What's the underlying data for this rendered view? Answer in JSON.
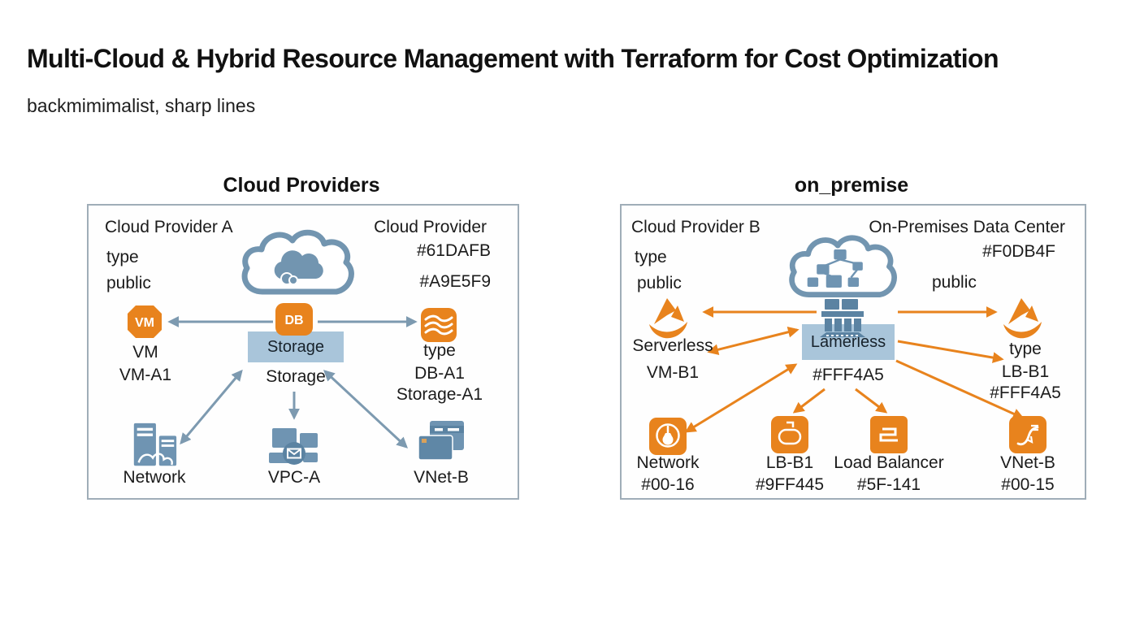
{
  "header": {
    "title": "Multi-Cloud & Hybrid Resource Management with Terraform for Cost Optimization",
    "subtitle": "backmimimalist, sharp lines"
  },
  "palette": {
    "steel_blue": "#7295B0",
    "orange": "#E8831D",
    "node_box_fill": "#A9C5DA",
    "panel_border": "#9FADB8",
    "text": "#1B1B1B"
  },
  "left_panel": {
    "title": "Cloud Providers",
    "provider": {
      "name": "Cloud Provider A",
      "type_label": "type",
      "type_value": "public"
    },
    "provider_right": {
      "name": "Cloud Provider",
      "code1": "#61DAFB",
      "code2": "#A9E5F9"
    },
    "vm_node": {
      "icon_text": "VM",
      "line1": "VM",
      "line2": "VM-A1"
    },
    "storage_node": {
      "icon_text": "DB",
      "box_label": "Storage",
      "caption": "Storage"
    },
    "db_node": {
      "line1": "type",
      "line2": "DB-A1",
      "line3": "Storage-A1"
    },
    "bottom_nodes": [
      {
        "label": "Network"
      },
      {
        "label": "VPC-A"
      },
      {
        "label": "VNet-B"
      }
    ]
  },
  "right_panel": {
    "title": "on_premise",
    "provider": {
      "name": "Cloud Provider B",
      "type_label": "type",
      "type_value": "public"
    },
    "datacenter": {
      "name": "On-Premises Data Center",
      "code": "#F0DB4F",
      "visibility": "public"
    },
    "serverless_node": {
      "line1": "Serverless",
      "line2": "VM-B1"
    },
    "center_node": {
      "box_label": "Lamerless",
      "caption": "#FFF4A5"
    },
    "lb_node": {
      "line1": "type",
      "line2": "LB-B1",
      "line3": "#FFF4A5"
    },
    "bottom_nodes": [
      {
        "label": "Network",
        "code": "#00-16"
      },
      {
        "label": "LB-B1",
        "code": "#9FF445"
      },
      {
        "label": "Load Balancer",
        "code": "#5F-141"
      },
      {
        "label": "VNet-B",
        "code": "#00-15"
      }
    ]
  }
}
